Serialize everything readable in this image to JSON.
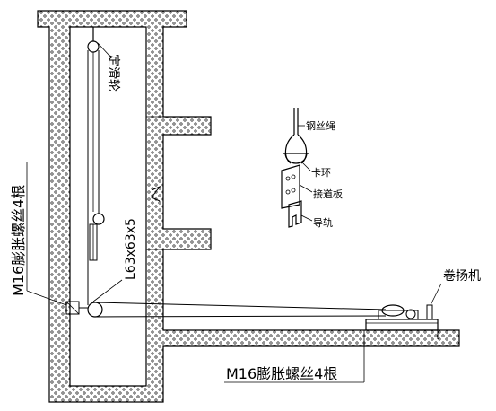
{
  "labels": {
    "fixed_pulley": "定滑轮",
    "steel_angle": "L63x63x5",
    "anchor_bolts_left": "M16膨胀螺丝4根",
    "anchor_bolts_bottom": "M16膨胀螺丝4根",
    "winch": "卷扬机",
    "steel_rope": "钢丝绳",
    "clamp_ring": "卡环",
    "connector_plate": "接道板",
    "guide_rail": "导轨"
  },
  "colors": {
    "line": "#000000",
    "hatch_fill": "#ffffff"
  }
}
